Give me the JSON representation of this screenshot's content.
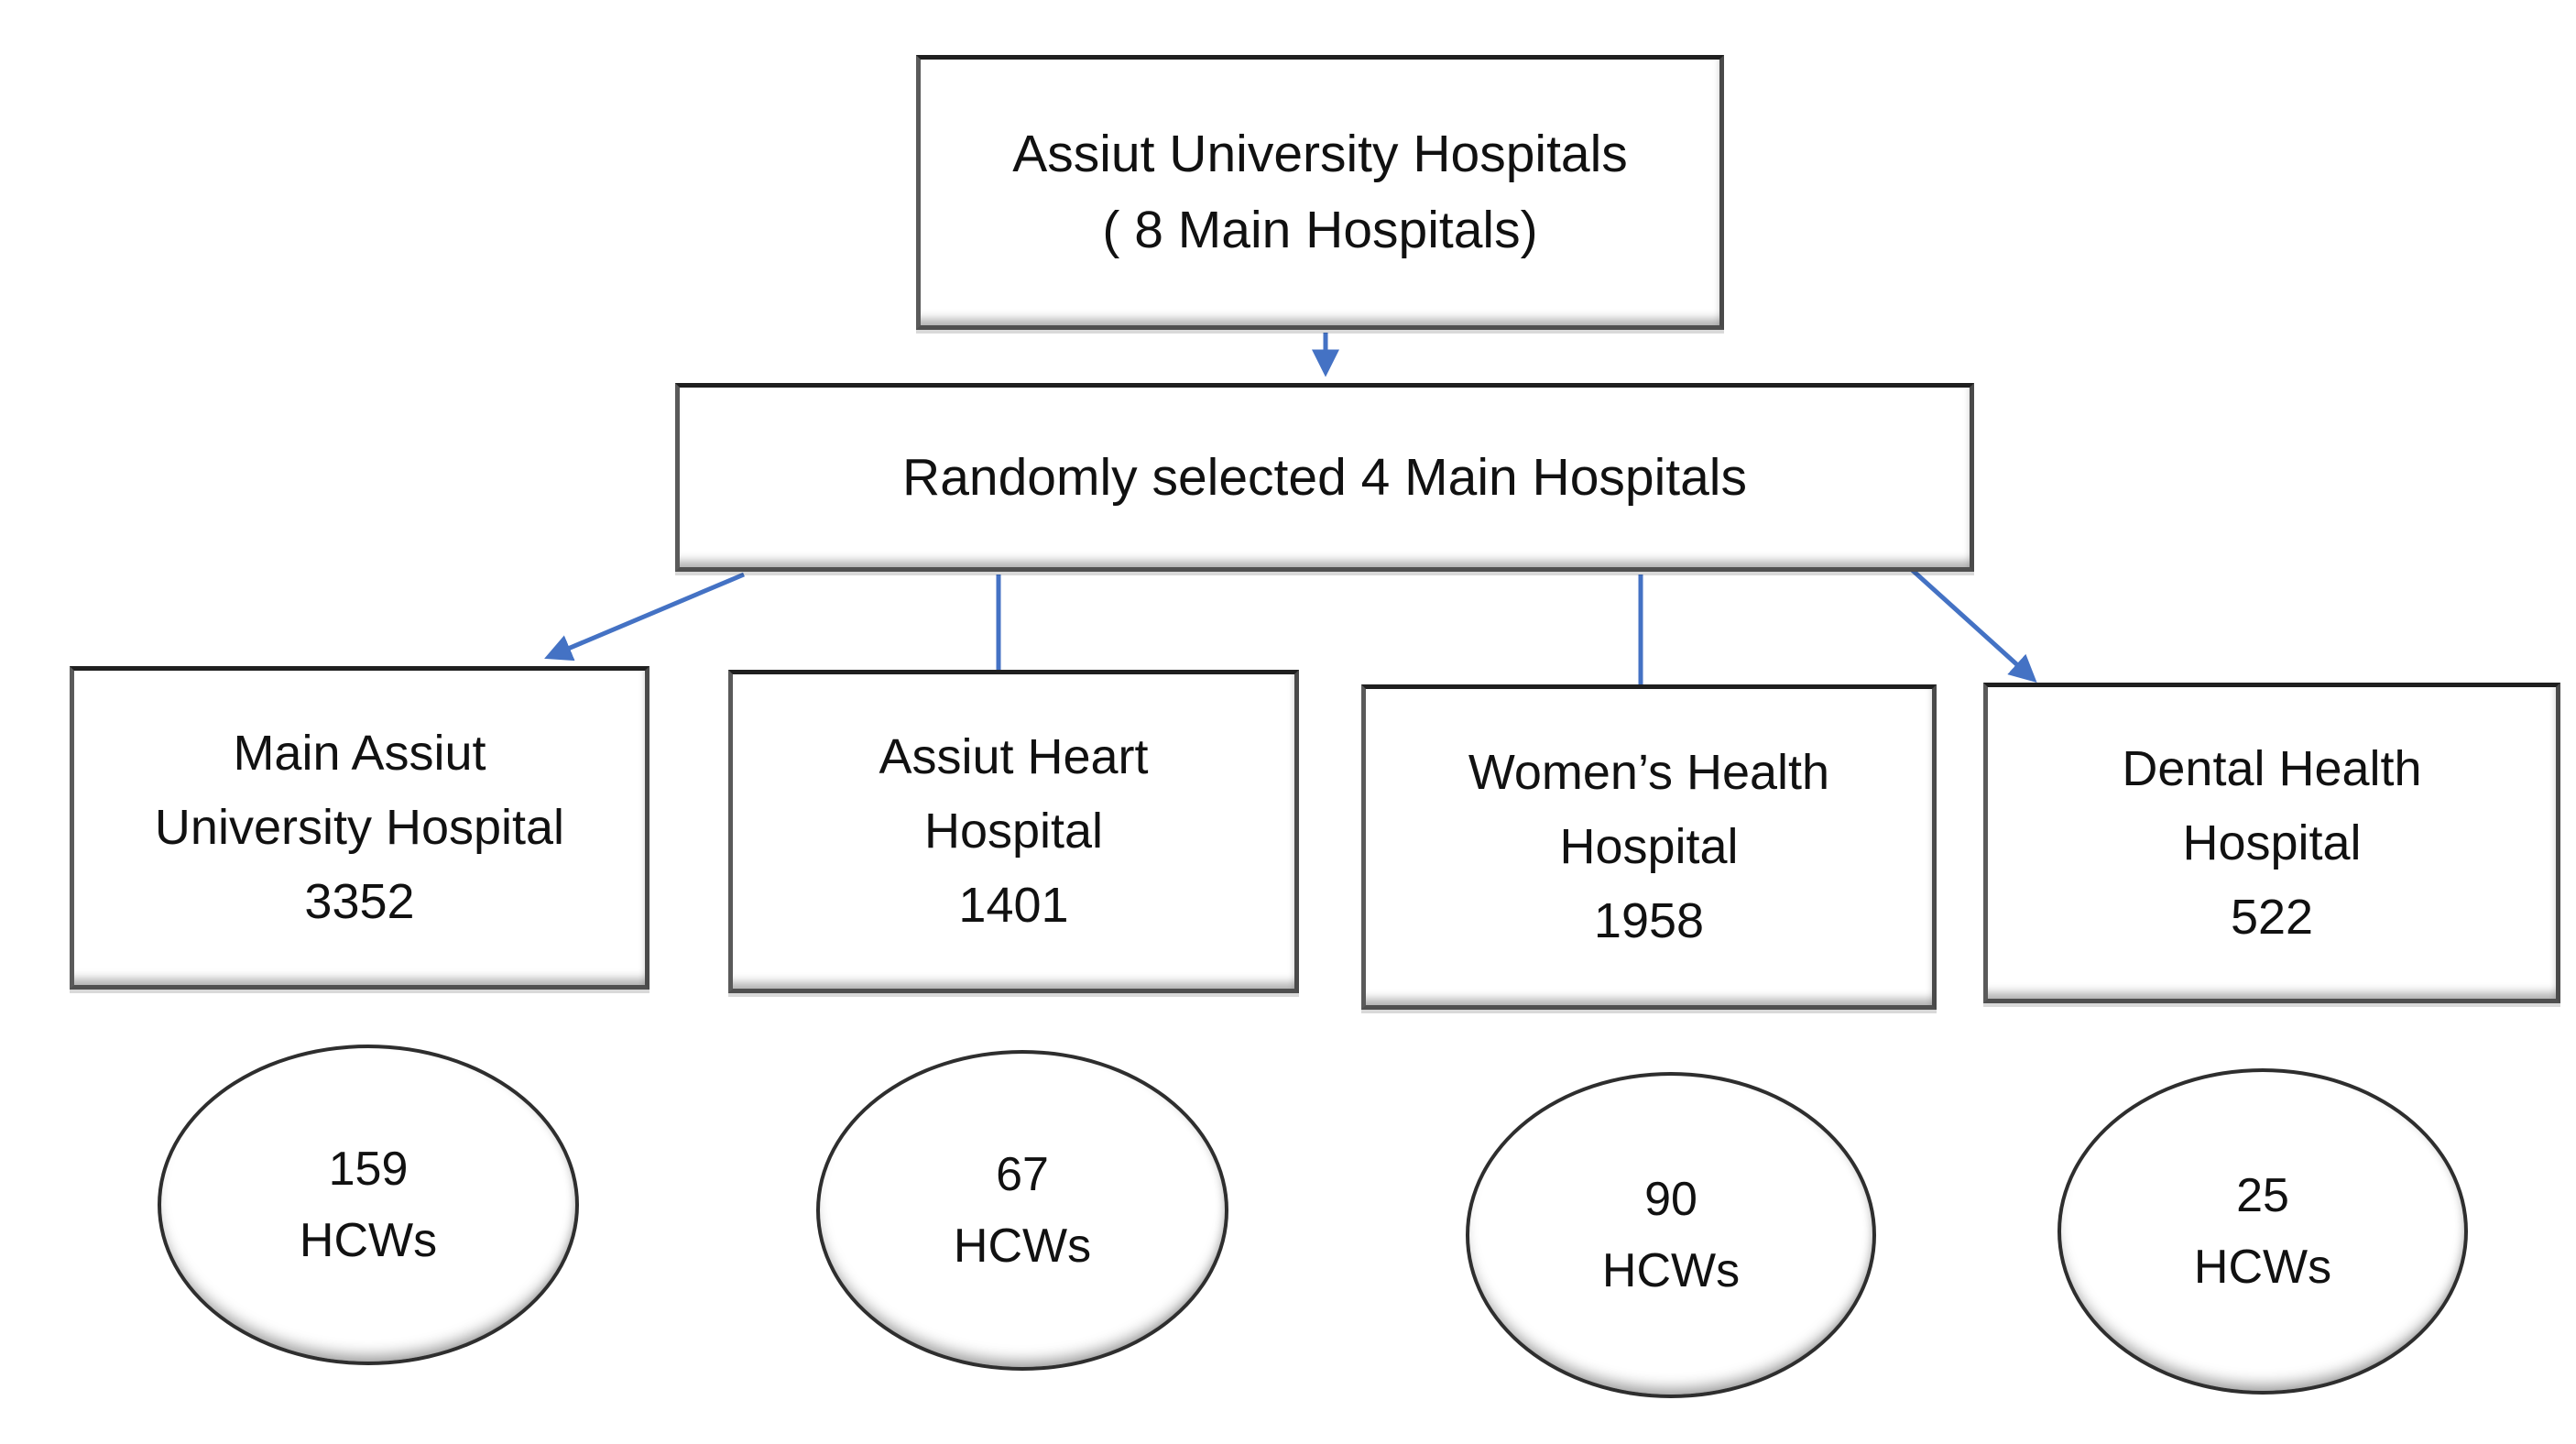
{
  "figure": {
    "type": "flowchart",
    "root": {
      "line1": "Assiut University Hospitals",
      "line2": "( 8 Main Hospitals)"
    },
    "selection": {
      "label": "Randomly selected 4 Main Hospitals"
    },
    "hospitals": [
      {
        "name_line1": "Main Assiut",
        "name_line2": "University Hospital",
        "total_hcws": "3352",
        "sampled": "159",
        "unit": "HCWs"
      },
      {
        "name_line1": "Assiut Heart",
        "name_line2": "Hospital",
        "total_hcws": "1401",
        "sampled": "67",
        "unit": "HCWs"
      },
      {
        "name_line1": "Women’s Health",
        "name_line2": "Hospital",
        "total_hcws": "1958",
        "sampled": "90",
        "unit": "HCWs"
      },
      {
        "name_line1": "Dental Health",
        "name_line2": "Hospital",
        "total_hcws": "522",
        "sampled": "25",
        "unit": "HCWs"
      }
    ],
    "colors": {
      "arrow": "#4472c4",
      "border": "#3a3a3a",
      "fill": "#ffffff",
      "text": "#111111"
    }
  }
}
